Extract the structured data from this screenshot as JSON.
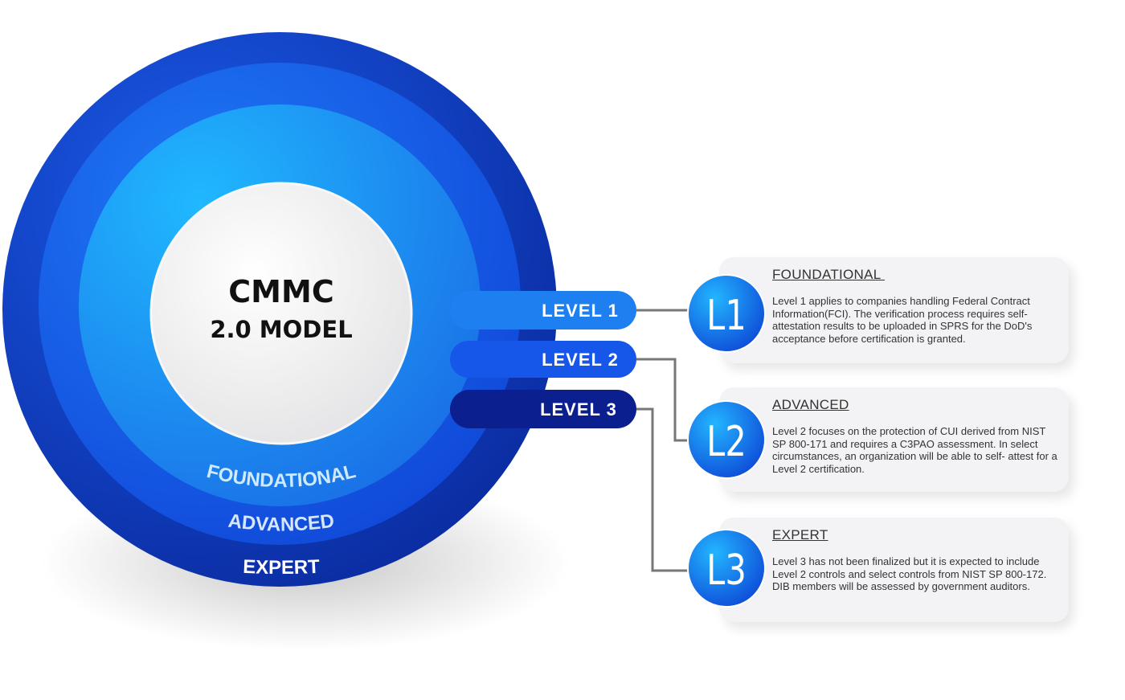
{
  "center": {
    "line1": "CMMC",
    "line2": "2.0 MODEL"
  },
  "ring_labels": {
    "foundational": "FOUNDATIONAL",
    "advanced": "ADVANCED",
    "expert": "EXPERT"
  },
  "colors": {
    "outer_ring": "#0b3fcf",
    "middle_ring": "#1a66f0",
    "inner_ring": "#18a8f5",
    "level1_tab": "#1d7ff0",
    "level2_tab": "#1656e8",
    "level3_tab": "#0b1f8f",
    "connector": "#777777"
  },
  "levels": [
    {
      "tab_label": "LEVEL 1",
      "badge": "L1",
      "title": "FOUNDATIONAL ",
      "description": "Level 1 applies to companies handling Federal Contract Information(FCI). The verification process requires self-attestation results to be uploaded in SPRS for the DoD's acceptance before certification is granted."
    },
    {
      "tab_label": "LEVEL 2",
      "badge": "L2",
      "title": "ADVANCED",
      "description": "Level 2 focuses on the protection of CUI derived from NIST SP 800-171 and requires a C3PAO assessment. In select circumstances, an organization will be able to self- attest for a Level 2 certification."
    },
    {
      "tab_label": "LEVEL 3",
      "badge": "L3",
      "title": "EXPERT",
      "description": "Level 3 has not been finalized but it is expected to include Level 2 controls and select controls from NIST SP 800-172. DIB members will be assessed by government auditors."
    }
  ]
}
